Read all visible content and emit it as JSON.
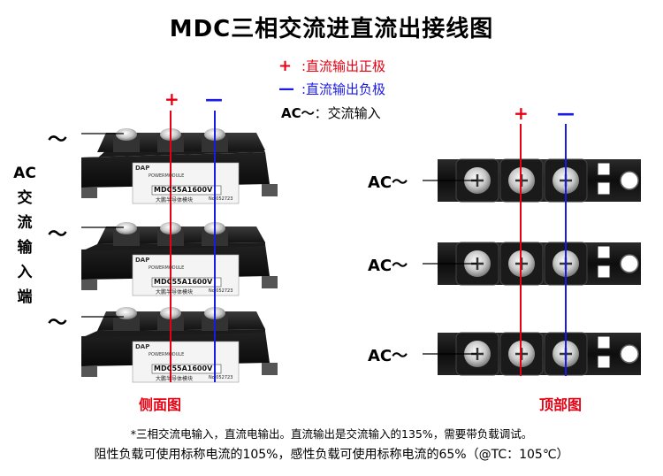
{
  "title": "MDC三相交流进直流出接线图",
  "legend": {
    "plus_symbol": "+",
    "plus_text": ":直流输出正极",
    "minus_symbol": "—",
    "minus_text": ":直流输出负极",
    "ac_symbol": "AC～",
    "ac_text": "：交流输入"
  },
  "side_view": {
    "ac_input_chars": [
      "AC",
      "交",
      "流",
      "输",
      "入",
      "端"
    ],
    "tilde": "～",
    "plus": "+",
    "minus": "—",
    "caption": "侧面图",
    "module": {
      "brand": "DAP",
      "subtitle": "POWERMODULE",
      "model": "MDC55A1600V",
      "maker": "大鹏半导体模块",
      "serial": "No.052723"
    }
  },
  "top_view": {
    "ac_label": "AC～",
    "plus": "+",
    "minus": "—",
    "caption": "顶部图"
  },
  "notes": {
    "line1": "*三相交流电输入，直流电输出。直流输出是交流输入的135%，需要带负载调试。",
    "line2": "阻性负载可使用标称电流的105%，感性负载可使用标称电流的65%（@TC：105℃）"
  },
  "colors": {
    "positive": "#e60012",
    "negative": "#1a1ae6"
  }
}
